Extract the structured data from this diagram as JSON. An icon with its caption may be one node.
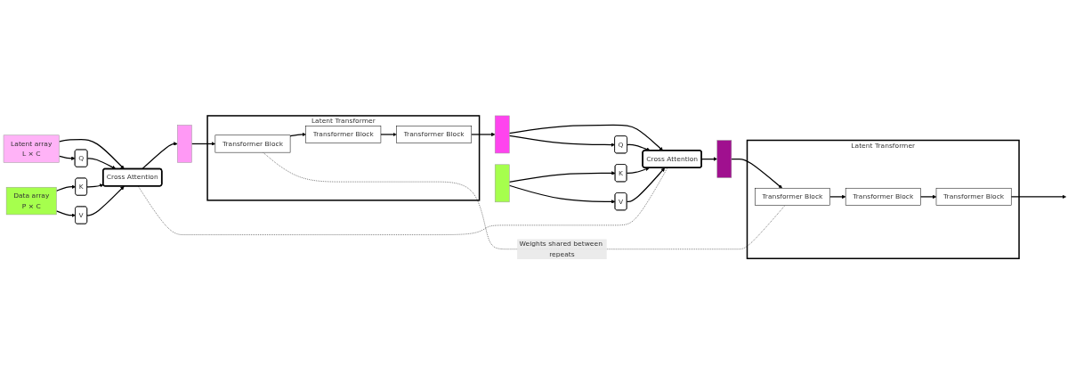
{
  "diagram": {
    "nodes": [
      {
        "text": [
          "Latent array",
          "L × C"
        ]
      },
      {
        "text": [
          "Q"
        ]
      },
      {
        "text": [
          "Cross Attention"
        ]
      },
      {
        "text": [
          "K"
        ]
      },
      {
        "text": [
          "V"
        ]
      },
      {
        "text": [
          "Data array",
          "P × C"
        ]
      },
      {
        "text": [],
        "shape": "bar"
      },
      {
        "text": [
          "Latent Transformer"
        ]
      },
      {
        "text": [
          "Transformer Block"
        ],
        "in": 7
      },
      {
        "text": [
          "Transformer Block"
        ],
        "in": 7
      },
      {
        "text": [
          "Transformer Block"
        ],
        "in": 7
      },
      {
        "text": [],
        "shape": "bar"
      },
      {
        "text": [
          "Q"
        ]
      },
      {
        "text": [
          "Cross Attention"
        ]
      },
      {
        "text": [
          "K"
        ]
      },
      {
        "text": [
          "V"
        ]
      },
      {
        "text": [],
        "shape": "bar"
      },
      {
        "text": [],
        "shape": "bar"
      },
      {
        "text": [
          "Latent Transformer"
        ]
      },
      {
        "text": [
          "Transformer Block"
        ],
        "in": 18
      },
      {
        "text": [
          "Transformer Block"
        ],
        "in": 18
      },
      {
        "text": [
          "Transformer Block"
        ],
        "in": 18
      }
    ],
    "edges": [
      {
        "from": 0,
        "to": 1,
        "arrow": "to"
      },
      {
        "from": 0,
        "to": 2,
        "arrow": "to"
      },
      {
        "from": 1,
        "to": 2,
        "arrow": "to"
      },
      {
        "from": 5,
        "to": 3,
        "arrow": "to"
      },
      {
        "from": 5,
        "to": 4,
        "arrow": "to"
      },
      {
        "from": 3,
        "to": 2,
        "arrow": "to"
      },
      {
        "from": 4,
        "to": 2,
        "arrow": "to"
      },
      {
        "from": 2,
        "to": 6,
        "arrow": "to"
      },
      {
        "from": 6,
        "to": 8,
        "arrow": "to"
      },
      {
        "from": 8,
        "to": 9,
        "arrow": "to"
      },
      {
        "from": 9,
        "to": 10,
        "arrow": "to"
      },
      {
        "from": 10,
        "to": 11,
        "arrow": "to"
      },
      {
        "from": 11,
        "to": 12,
        "arrow": "to"
      },
      {
        "from": 11,
        "to": 13,
        "arrow": "to"
      },
      {
        "from": 12,
        "to": 13,
        "arrow": "to"
      },
      {
        "from": 16,
        "to": 14,
        "arrow": "to"
      },
      {
        "from": 16,
        "to": 15,
        "arrow": "to"
      },
      {
        "from": 14,
        "to": 13,
        "arrow": "to"
      },
      {
        "from": 15,
        "to": 13,
        "arrow": "to"
      },
      {
        "from": 13,
        "to": 17,
        "arrow": "to"
      },
      {
        "from": 17,
        "to": 19,
        "arrow": "to"
      },
      {
        "from": 19,
        "to": 20,
        "arrow": "to"
      },
      {
        "from": 20,
        "to": 21,
        "arrow": "to"
      },
      {
        "from": 21,
        "to": null,
        "arrow": "to"
      },
      {
        "from": 2,
        "to": 13,
        "arrow": "none",
        "style": "dashed"
      },
      {
        "from": 8,
        "to": 19,
        "arrow": "none",
        "style": "dashed",
        "label": "Weights shared between repeats"
      }
    ]
  }
}
